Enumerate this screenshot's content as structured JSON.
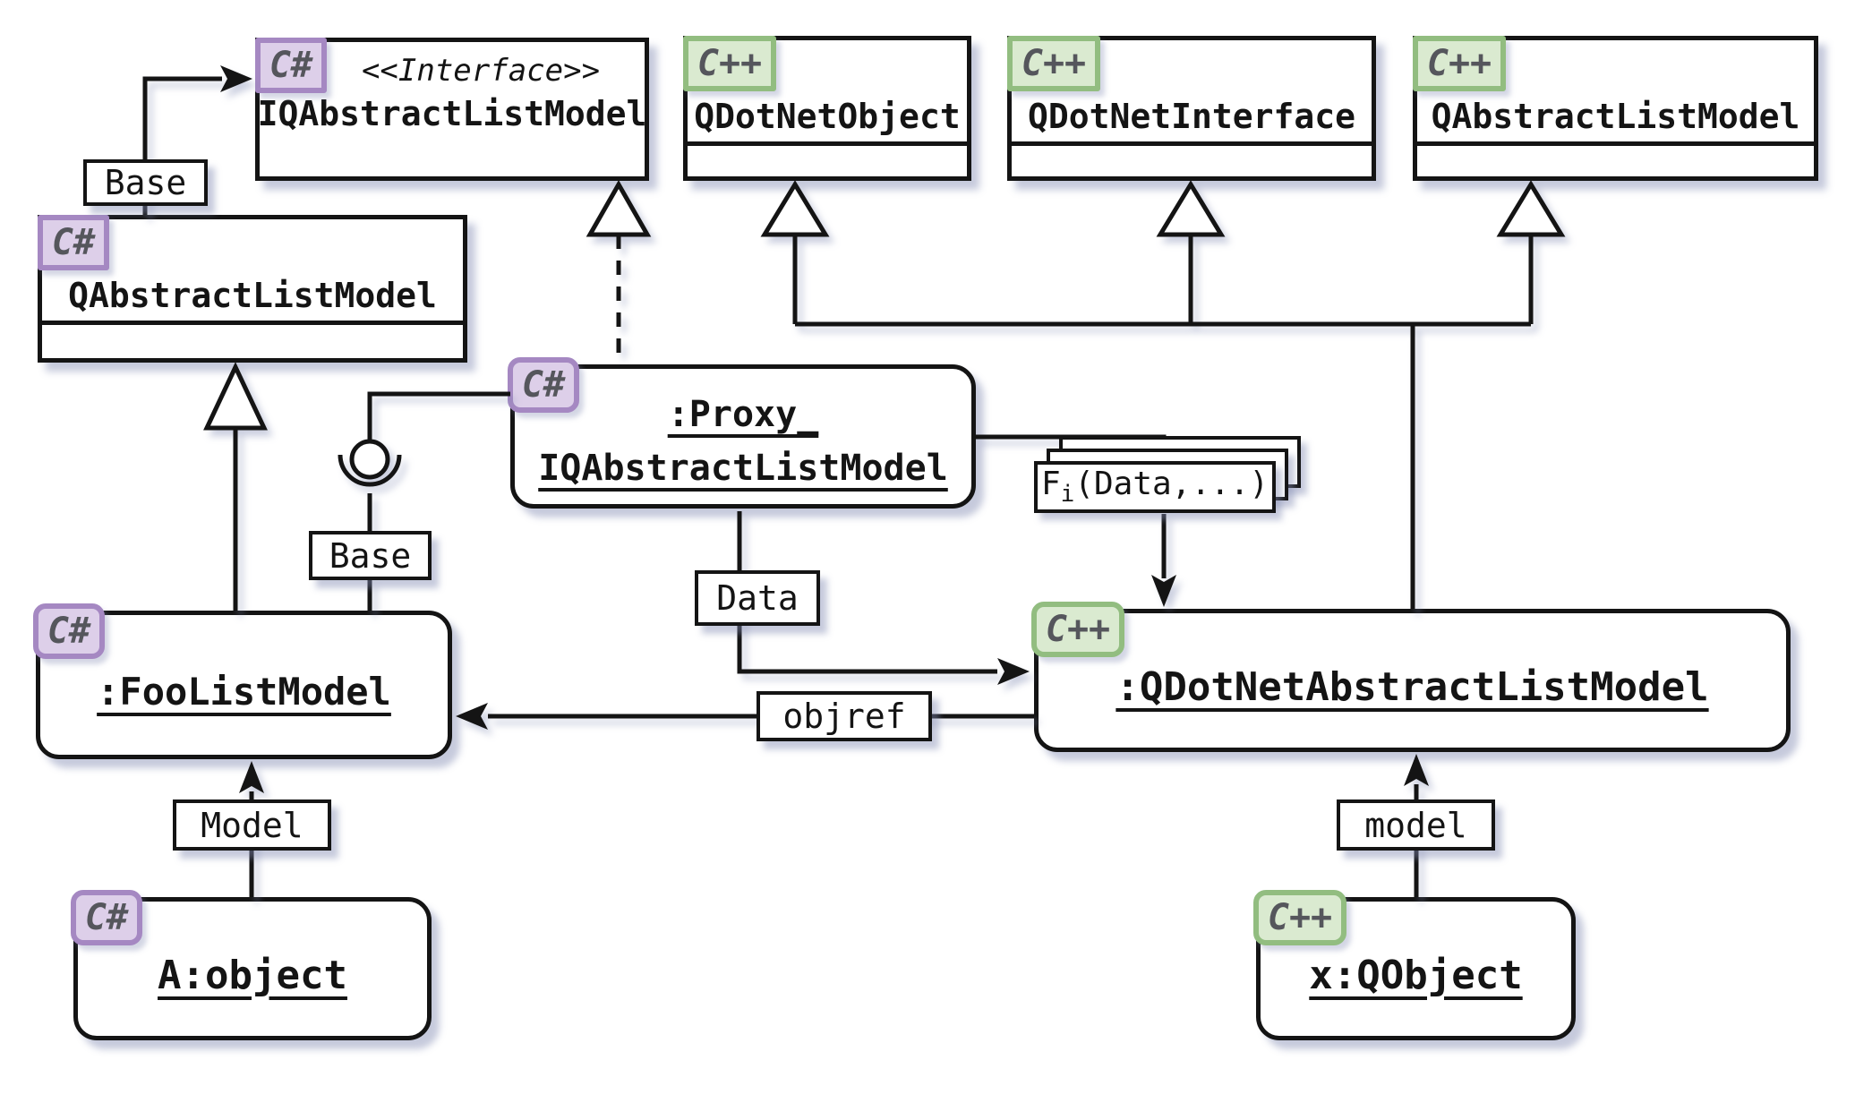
{
  "badges": {
    "csharp": "C#",
    "cpp": "C++"
  },
  "colors": {
    "background": "#ffffff",
    "line": "#141414",
    "box_fill": "#ffffff",
    "csharp_badge_fill": "#ddcfe9",
    "csharp_badge_border": "#a588c2",
    "cpp_badge_fill": "#daead0",
    "cpp_badge_border": "#92bd80",
    "badge_text": "#55565c",
    "shadow": "#8a94b2"
  },
  "classes": {
    "iface": {
      "lang": "C#",
      "stereotype": "<<Interface>>",
      "name": "IQAbstractListModel"
    },
    "qdotnetobject": {
      "lang": "C++",
      "name": "QDotNetObject"
    },
    "qdotnetinterface": {
      "lang": "C++",
      "name": "QDotNetInterface"
    },
    "qabstractlistmodel_cpp": {
      "lang": "C++",
      "name": "QAbstractListModel"
    },
    "qabstractlistmodel_cs": {
      "lang": "C#",
      "name": "QAbstractListModel"
    }
  },
  "objects": {
    "proxy": {
      "lang": "C#",
      "name_line1": ":Proxy_",
      "name_line2": "IQAbstractListModel"
    },
    "foolistmodel": {
      "lang": "C#",
      "name": ":FooListModel"
    },
    "qdotnetabstractlistmodel": {
      "lang": "C++",
      "name": ":QDotNetAbstractListModel"
    },
    "a_object": {
      "lang": "C#",
      "name": "A:object"
    },
    "x_qobject": {
      "lang": "C++",
      "name": "x:QObject"
    }
  },
  "edge_labels": {
    "base_top": "Base",
    "base_mid": "Base",
    "data": "Data",
    "objref": "objref",
    "model_left": "Model",
    "model_right": "model"
  },
  "callstack": {
    "fn": "F",
    "sub": "i",
    "args": "(Data,...)"
  },
  "edges": [
    {
      "from": "QAbstractListModel (C#)",
      "to": "IQAbstractListModel",
      "label": "Base",
      "type": "association-arrow"
    },
    {
      "from": ":Proxy_IQAbstractListModel",
      "to": "IQAbstractListModel",
      "label": "",
      "type": "realization-dashed"
    },
    {
      "from": ":FooListModel",
      "to": "QAbstractListModel (C#)",
      "label": "",
      "type": "generalization"
    },
    {
      "from": ":Proxy_IQAbstractListModel",
      "to": ":FooListModel",
      "label": "Base",
      "type": "lollipop-interface"
    },
    {
      "from": ":QDotNetAbstractListModel",
      "to": "QDotNetObject",
      "label": "",
      "type": "generalization"
    },
    {
      "from": ":QDotNetAbstractListModel",
      "to": "QDotNetInterface",
      "label": "",
      "type": "generalization"
    },
    {
      "from": ":QDotNetAbstractListModel",
      "to": "QAbstractListModel (C++)",
      "label": "",
      "type": "generalization"
    },
    {
      "from": ":Proxy_IQAbstractListModel",
      "to": ":QDotNetAbstractListModel",
      "label": "Fi(Data,...)",
      "type": "call-stack"
    },
    {
      "from": ":Proxy_IQAbstractListModel",
      "to": ":QDotNetAbstractListModel",
      "label": "Data",
      "type": "association-arrow"
    },
    {
      "from": ":QDotNetAbstractListModel",
      "to": ":FooListModel",
      "label": "objref",
      "type": "association-arrow"
    },
    {
      "from": "A:object",
      "to": ":FooListModel",
      "label": "Model",
      "type": "association-arrow"
    },
    {
      "from": "x:QObject",
      "to": ":QDotNetAbstractListModel",
      "label": "model",
      "type": "association-arrow"
    }
  ]
}
